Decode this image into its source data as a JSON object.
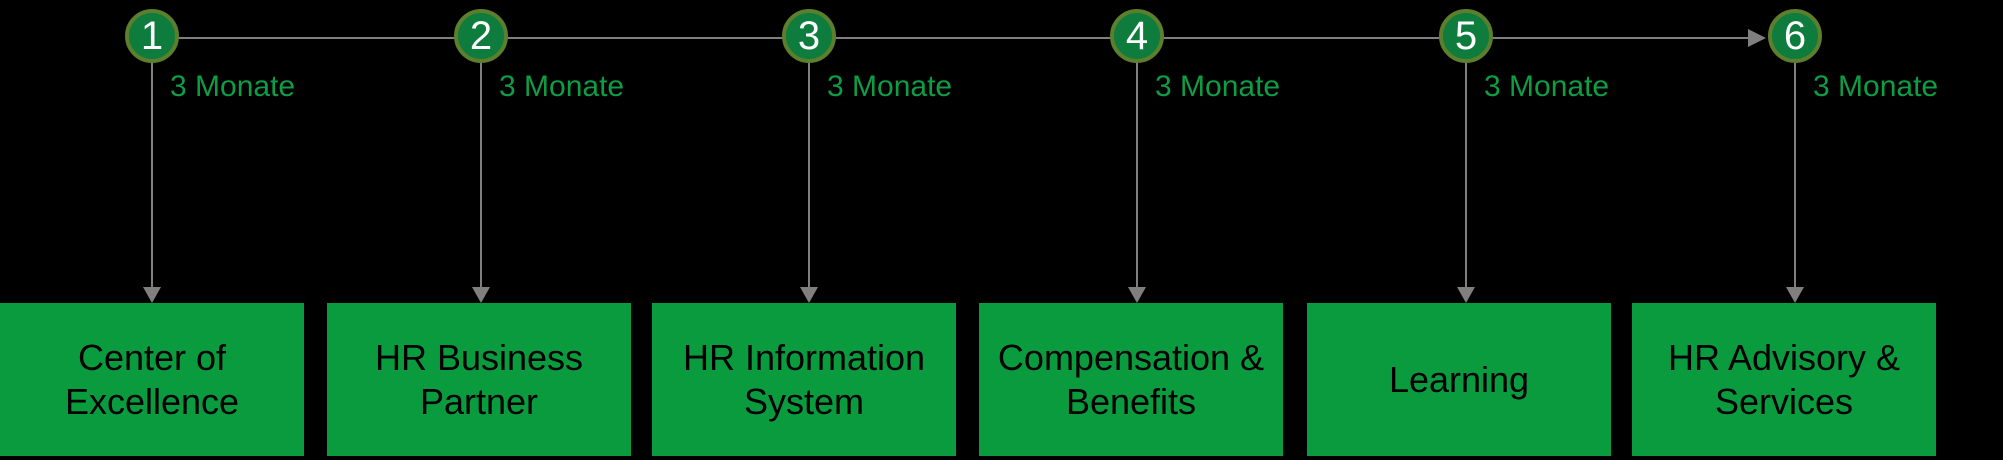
{
  "diagram": {
    "type": "timeline-process",
    "duration_unit_note": "each phase labeled with a duration",
    "milestones": [
      {
        "number": "1",
        "duration": "3 Monate",
        "label": "Center of Excellence"
      },
      {
        "number": "2",
        "duration": "3 Monate",
        "label": "HR Business Partner"
      },
      {
        "number": "3",
        "duration": "3 Monate",
        "label": "HR Information System"
      },
      {
        "number": "4",
        "duration": "3 Monate",
        "label": "Compensation & Benefits"
      },
      {
        "number": "5",
        "duration": "3 Monate",
        "label": "Learning"
      },
      {
        "number": "6",
        "duration": "3 Monate",
        "label": "HR Advisory & Services"
      }
    ],
    "colors": {
      "background": "#000000",
      "box_green": "#0a9b3e",
      "circle_fill": "#0e7c3d",
      "circle_border": "#5d7e2c",
      "duration_text": "#0e9c44",
      "line_gray": "#7f7f7f",
      "box_text": "#000000",
      "circle_text": "#ffffff"
    }
  }
}
